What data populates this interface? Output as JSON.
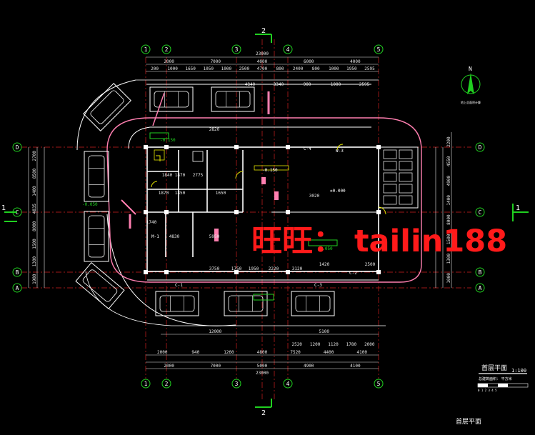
{
  "colors": {
    "background": "#000000",
    "wall": "#ffffff",
    "axis": "#d02020",
    "dim": "#e8e8e8",
    "column": "#ffffff",
    "door": "#e6e600",
    "pink": "#ff7fb0",
    "green": "#20d020",
    "watermark": "#ff1a1a",
    "title_bg": "#ffffff"
  },
  "axes_top": [
    "1",
    "2",
    "3",
    "4",
    "5"
  ],
  "axes_bottom": [
    "1",
    "2",
    "3",
    "4",
    "5"
  ],
  "axes_left": [
    "D",
    "C",
    "B",
    "A"
  ],
  "axes_right": [
    "D",
    "C",
    "B",
    "A"
  ],
  "section_marks": {
    "top": "2",
    "bottom": "2",
    "left": "1",
    "right": "1"
  },
  "top_dims": {
    "overall": "23000",
    "row1": [
      "2000",
      "7000",
      "4000",
      "6000",
      "4000"
    ],
    "row2": [
      "200",
      "1000",
      "1650",
      "1050",
      "1000",
      "2500",
      "4700",
      "800",
      "2400",
      "800",
      "1000",
      "1950",
      "2595"
    ],
    "row3": [
      "4840",
      "3340",
      "900",
      "1000",
      "2595"
    ]
  },
  "bottom_dims": {
    "row1": [
      "12000",
      "5100"
    ],
    "row2": [
      "2520",
      "1200",
      "1120",
      "1780",
      "2000"
    ],
    "row3": [
      "2000",
      "940",
      "1260",
      "4800",
      "7520",
      "4400",
      "4100"
    ],
    "row4": [
      "2000",
      "7000",
      "5000",
      "4900",
      "4100"
    ],
    "overall": "23000"
  },
  "left_dims": [
    "2700",
    "8500",
    "1400",
    "4835",
    "8000",
    "1500",
    "1300",
    "1980"
  ],
  "right_dims": [
    "2200",
    "4550",
    "4900",
    "1400",
    "8000",
    "1500",
    "1300",
    "1000"
  ],
  "interior_dims": [
    "2820",
    "1840",
    "1870",
    "2775",
    "1870",
    "1850",
    "1650",
    "1740",
    "3020",
    "4830",
    "5950",
    "3750",
    "1750",
    "1950",
    "2220",
    "3120",
    "1420",
    "2500"
  ],
  "level_labels": [
    "-0.150",
    "-0.150",
    "-0.050",
    "±0.000",
    "-0.050"
  ],
  "room_labels": [
    "C-4",
    "W-3",
    "C-2",
    "C-1",
    "M-1",
    "C-3"
  ],
  "north_label": "N",
  "north_caption": "地上总面积计算",
  "watermark": "旺旺： tailin188",
  "drawing_title": {
    "name": "首层平面",
    "scale": "1:100",
    "subtitle": "总建筑面积：   平方米",
    "scale_bar": "0  1  2  3  4  5"
  },
  "footer_title": "首层平面"
}
